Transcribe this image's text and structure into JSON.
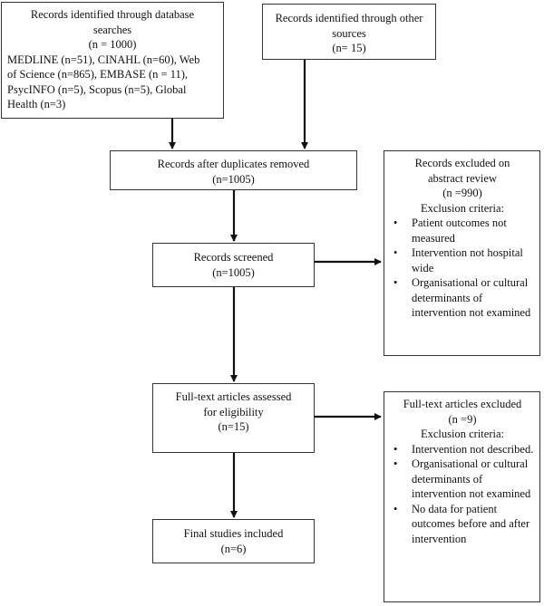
{
  "boxes": {
    "db_search": {
      "title_lines": [
        "Records identified through database",
        "searches"
      ],
      "count": "(n = 1000)",
      "detail_lines": [
        "MEDLINE (n=51), CINAHL (n=60), Web",
        "of Science (n=865), EMBASE (n = 11),",
        "PsycINFO (n=5), Scopus (n=5), Global",
        "Health (n=3)"
      ]
    },
    "other_sources": {
      "title_lines": [
        "Records identified through other",
        "sources"
      ],
      "count": "(n= 15)"
    },
    "duplicates_removed": {
      "title": "Records after duplicates removed",
      "count": "(n=1005)"
    },
    "screened": {
      "title": "Records screened",
      "count": "(n=1005)"
    },
    "abstract_excluded": {
      "title_lines": [
        "Records excluded on",
        "abstract review"
      ],
      "count": "(n =990)",
      "criteria_heading": "Exclusion criteria:",
      "criteria": [
        "Patient outcomes not measured",
        "Intervention not hospital wide",
        "Organisational or cultural determinants of intervention not examined"
      ]
    },
    "fulltext_assessed": {
      "title_lines": [
        "Full-text articles assessed",
        "for eligibility"
      ],
      "count": "(n=15)"
    },
    "fulltext_excluded": {
      "title": "Full-text articles excluded",
      "count": "(n =9)",
      "criteria_heading": "Exclusion criteria:",
      "criteria": [
        "Intervention not described.",
        "Organisational or cultural determinants of intervention not examined",
        "No data for patient outcomes before and after intervention"
      ]
    },
    "included": {
      "title": "Final studies included",
      "count": "(n=6)"
    }
  }
}
